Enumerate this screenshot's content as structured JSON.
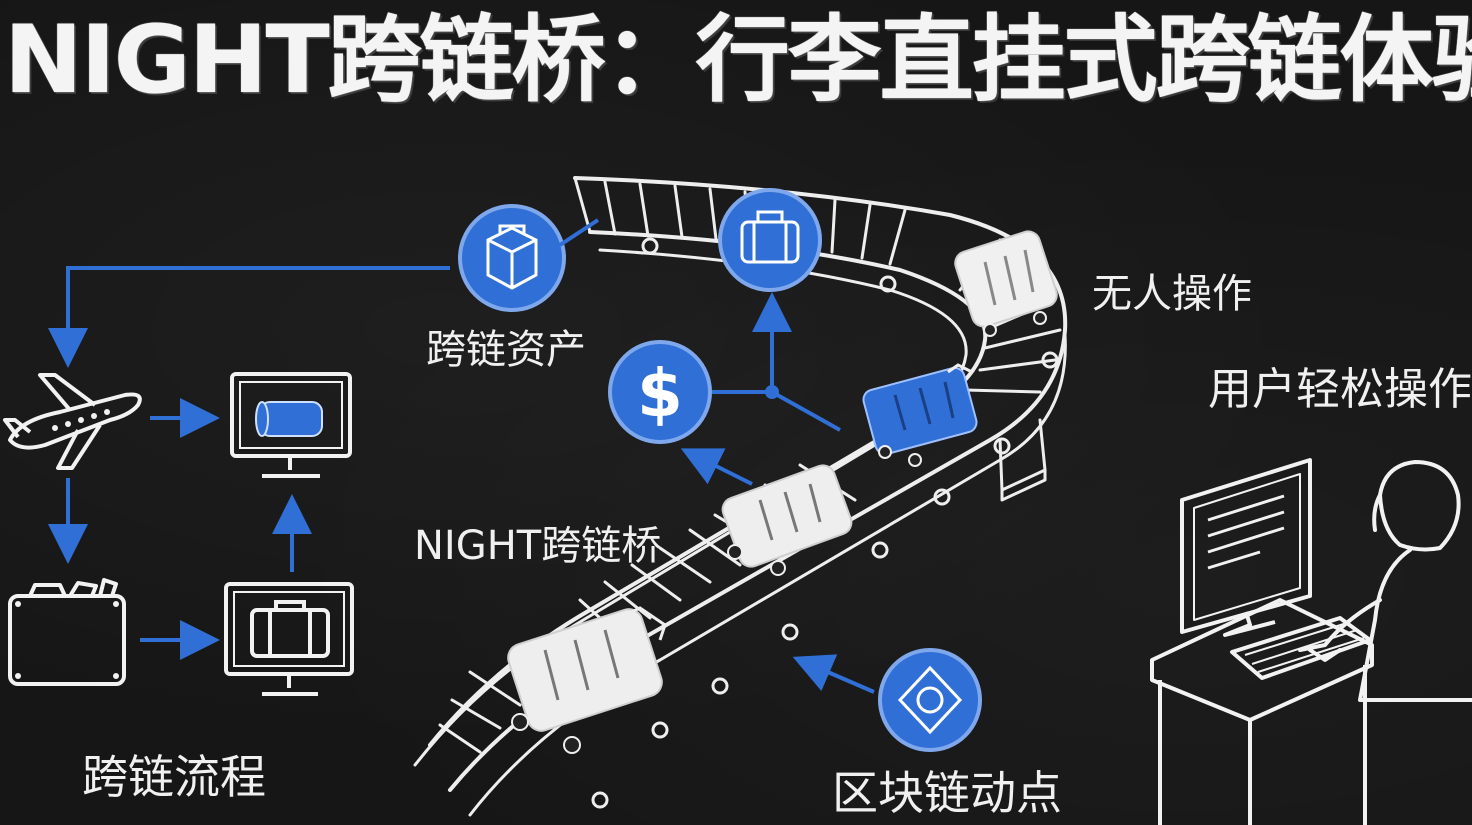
{
  "title": "NIGHT跨链桥：行李直挂式跨链体验",
  "labels": {
    "cross_chain_asset": "跨链资产",
    "unattended_operation": "无人操作",
    "user_easy_operation": "用户轻松操作",
    "night_bridge": "NIGHT跨链桥",
    "cross_chain_flow": "跨链流程",
    "blockchain_node": "区块链动点"
  },
  "icons": [
    "box-icon",
    "briefcase-icon",
    "dollar-icon",
    "node-icon",
    "airplane-icon",
    "monitor-luggage-icon",
    "bag-icon",
    "monitor-briefcase-icon",
    "suitcase-icon",
    "user-icon",
    "computer-icon"
  ],
  "colors": {
    "accent": "#2f6fd6",
    "chalk": "#f2f2f2",
    "board": "#161616"
  }
}
